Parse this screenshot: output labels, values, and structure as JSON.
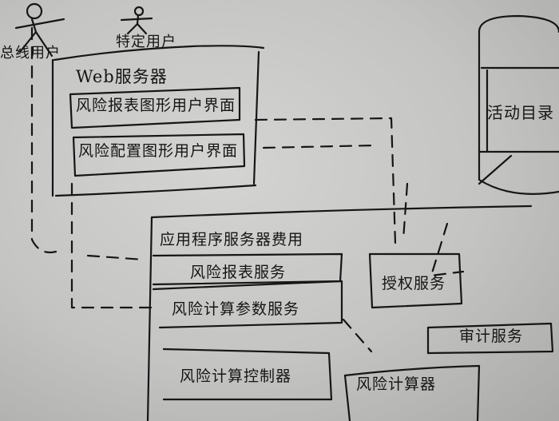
{
  "actors": [
    {
      "label": "总线用户"
    },
    {
      "label": "特定用户"
    }
  ],
  "web_server": {
    "title": "Web服务器",
    "components": [
      "风险报表图形用户界面",
      "风险配置图形用户界面"
    ]
  },
  "directory": {
    "label": "活动目录"
  },
  "app_server": {
    "title": "应用程序服务器费用",
    "components": [
      "风险报表服务",
      "风险计算参数服务",
      "风险计算控制器"
    ]
  },
  "services": {
    "auth": "授权服务",
    "audit": "审计服务",
    "calculator": "风险计算器"
  }
}
